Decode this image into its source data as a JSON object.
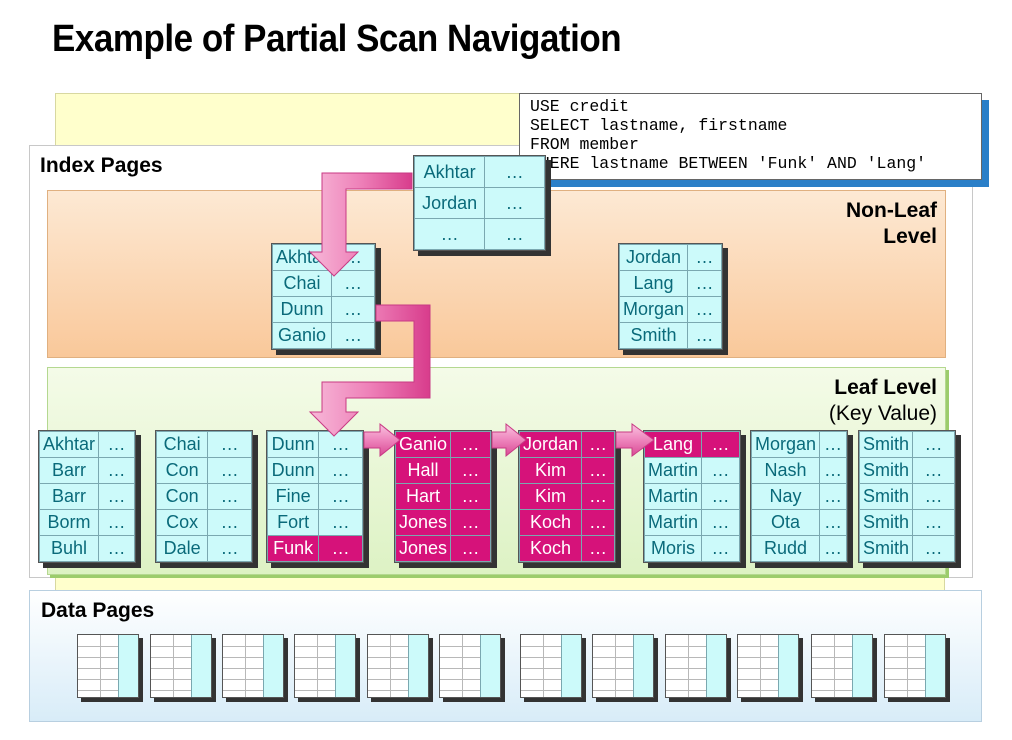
{
  "title": "Example of Partial Scan Navigation",
  "sql": "USE credit\nSELECT lastname, firstname\nFROM member\nWHERE lastname BETWEEN 'Funk' AND 'Lang'",
  "labels": {
    "index_pages": "Index Pages",
    "nonleaf_line1": "Non-Leaf",
    "nonleaf_line2": "Level",
    "leaf_line1": "Leaf Level",
    "leaf_line2": "(Key Value)",
    "data_pages": "Data Pages"
  },
  "colors": {
    "highlight": "#d6127a",
    "cell": "#ccfafa",
    "arrow": "#e060a0"
  },
  "root_page": [
    {
      "key": "Akhtar",
      "ptr": "…"
    },
    {
      "key": "Jordan",
      "ptr": "…"
    },
    {
      "key": "…",
      "ptr": "…"
    }
  ],
  "nonleaf_pages": [
    [
      {
        "key": "Akhtar",
        "ptr": "…"
      },
      {
        "key": "Chai",
        "ptr": "…"
      },
      {
        "key": "Dunn",
        "ptr": "…"
      },
      {
        "key": "Ganio",
        "ptr": "…"
      }
    ],
    [
      {
        "key": "Jordan",
        "ptr": "…"
      },
      {
        "key": "Lang",
        "ptr": "…"
      },
      {
        "key": "Morgan",
        "ptr": "…"
      },
      {
        "key": "Smith",
        "ptr": "…"
      }
    ]
  ],
  "leaf_pages": [
    [
      {
        "key": "Akhtar",
        "ptr": "…"
      },
      {
        "key": "Barr",
        "ptr": "…"
      },
      {
        "key": "Barr",
        "ptr": "…"
      },
      {
        "key": "Borm",
        "ptr": "…"
      },
      {
        "key": "Buhl",
        "ptr": "…"
      }
    ],
    [
      {
        "key": "Chai",
        "ptr": "…"
      },
      {
        "key": "Con",
        "ptr": "…"
      },
      {
        "key": "Con",
        "ptr": "…"
      },
      {
        "key": "Cox",
        "ptr": "…"
      },
      {
        "key": "Dale",
        "ptr": "…"
      }
    ],
    [
      {
        "key": "Dunn",
        "ptr": "…"
      },
      {
        "key": "Dunn",
        "ptr": "…"
      },
      {
        "key": "Fine",
        "ptr": "…"
      },
      {
        "key": "Fort",
        "ptr": "…"
      },
      {
        "key": "Funk",
        "ptr": "…",
        "hl": true
      }
    ],
    [
      {
        "key": "Ganio",
        "ptr": "…",
        "hl": true
      },
      {
        "key": "Hall",
        "ptr": "…",
        "hl": true
      },
      {
        "key": "Hart",
        "ptr": "…",
        "hl": true
      },
      {
        "key": "Jones",
        "ptr": "…",
        "hl": true
      },
      {
        "key": "Jones",
        "ptr": "…",
        "hl": true
      }
    ],
    [
      {
        "key": "Jordan",
        "ptr": "…",
        "hl": true
      },
      {
        "key": "Kim",
        "ptr": "…",
        "hl": true
      },
      {
        "key": "Kim",
        "ptr": "…",
        "hl": true
      },
      {
        "key": "Koch",
        "ptr": "…",
        "hl": true
      },
      {
        "key": "Koch",
        "ptr": "…",
        "hl": true
      }
    ],
    [
      {
        "key": "Lang",
        "ptr": "…",
        "hl": true
      },
      {
        "key": "Martin",
        "ptr": "…"
      },
      {
        "key": "Martin",
        "ptr": "…"
      },
      {
        "key": "Martin",
        "ptr": "…"
      },
      {
        "key": "Moris",
        "ptr": "…"
      }
    ],
    [
      {
        "key": "Morgan",
        "ptr": "…"
      },
      {
        "key": "Nash",
        "ptr": "…"
      },
      {
        "key": "Nay",
        "ptr": "…"
      },
      {
        "key": "Ota",
        "ptr": "…"
      },
      {
        "key": "Rudd",
        "ptr": "…"
      }
    ],
    [
      {
        "key": "Smith",
        "ptr": "…"
      },
      {
        "key": "Smith",
        "ptr": "…"
      },
      {
        "key": "Smith",
        "ptr": "…"
      },
      {
        "key": "Smith",
        "ptr": "…"
      },
      {
        "key": "Smith",
        "ptr": "…"
      }
    ]
  ],
  "data_page_count": 12
}
